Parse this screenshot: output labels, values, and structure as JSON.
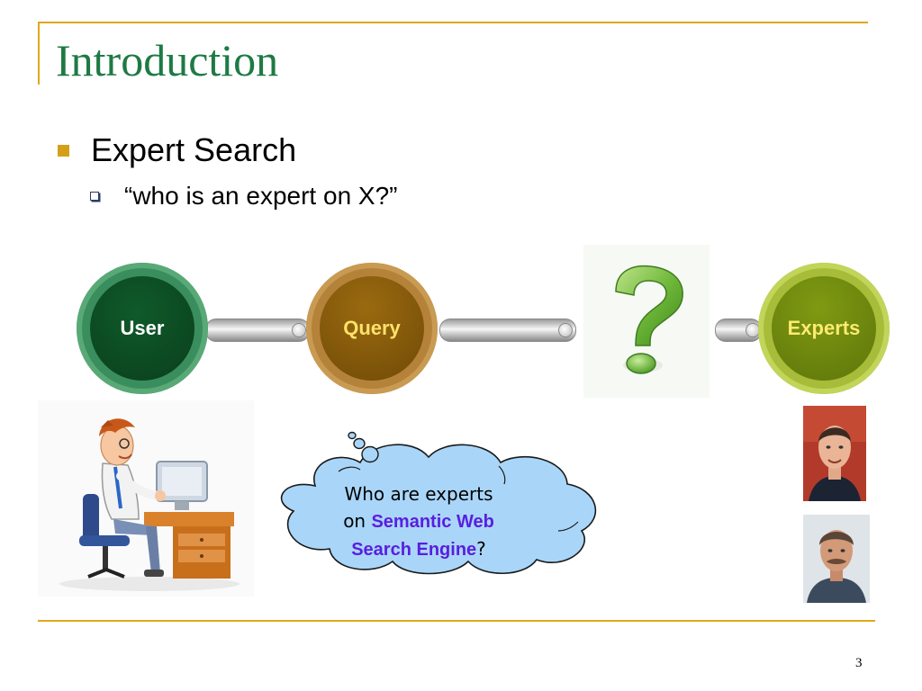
{
  "slide": {
    "title": "Introduction",
    "bullets": [
      {
        "text": "Expert Search",
        "sub": [
          {
            "text": "“who is an expert on X?”"
          }
        ]
      }
    ],
    "page_number": "3"
  },
  "diagram": {
    "nodes": [
      {
        "label": "User"
      },
      {
        "label": "Query"
      },
      {
        "label": "Experts"
      }
    ]
  },
  "cloud": {
    "line1": "Who are experts",
    "line2_prefix": "on ",
    "highlight_1": "Semantic Web",
    "highlight_2": "Search Engine",
    "suffix": "?"
  },
  "colors": {
    "title": "#1e7a44",
    "accent_line": "#e0a81a",
    "highlight_text": "#5a1ee0",
    "cloud_fill": "#a9d6f8"
  }
}
